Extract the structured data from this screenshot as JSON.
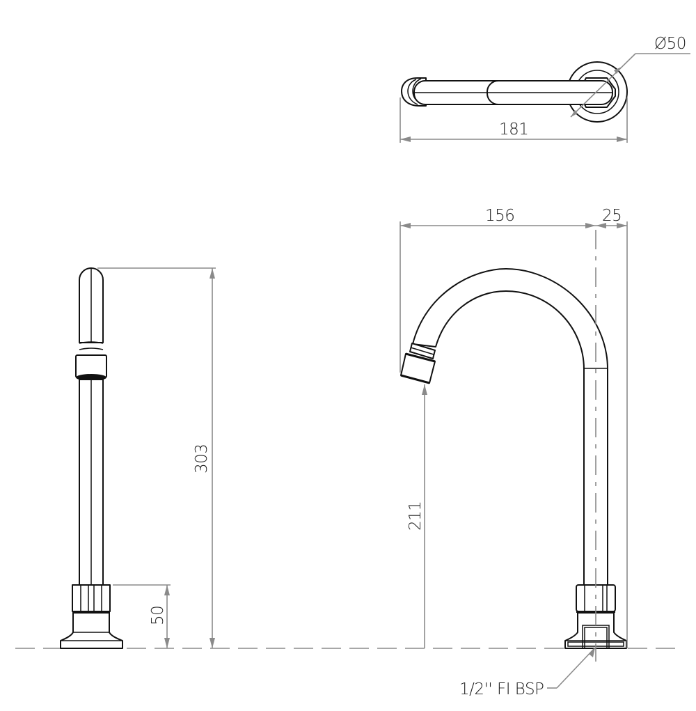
{
  "drawing": {
    "type": "technical-dimension-drawing",
    "subject": "gooseneck spout",
    "line_color": "#111111",
    "dimension_color": "#8a8a8a",
    "views": {
      "top_view": {
        "length_label": "181",
        "diameter_label": "Ø50"
      },
      "side_view": {
        "height_label": "303",
        "base_height_label": "50"
      },
      "front_view": {
        "reach_label": "156",
        "offset_label": "25",
        "outlet_height_label": "211",
        "connection_label": "1/2'' FI BSP"
      }
    }
  }
}
